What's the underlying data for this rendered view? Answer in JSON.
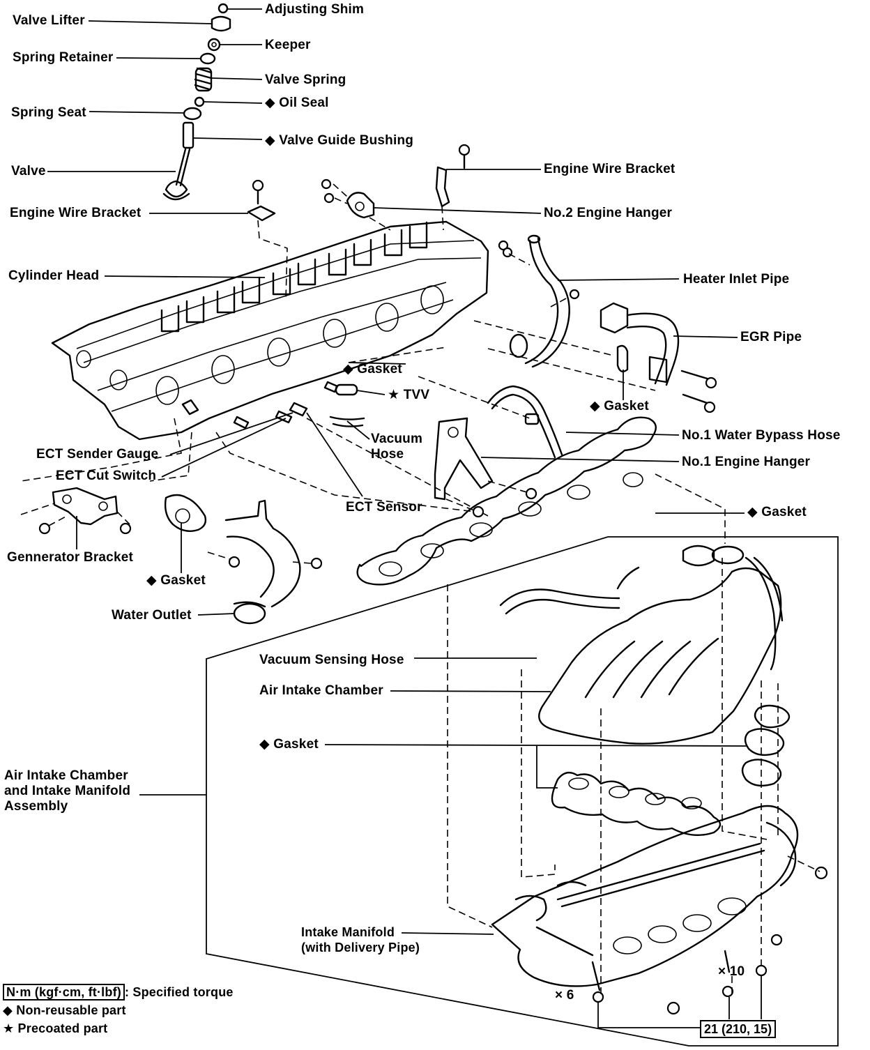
{
  "labels": {
    "adjusting_shim": "Adjusting Shim",
    "valve_lifter": "Valve Lifter",
    "keeper": "Keeper",
    "spring_retainer": "Spring Retainer",
    "valve_spring": "Valve Spring",
    "oil_seal": "◆ Oil Seal",
    "spring_seat": "Spring Seat",
    "valve_guide_bushing": "◆ Valve Guide Bushing",
    "valve": "Valve",
    "engine_wire_bracket_right": "Engine Wire Bracket",
    "engine_wire_bracket_left": "Engine Wire Bracket",
    "no2_engine_hanger": "No.2 Engine Hanger",
    "cylinder_head": "Cylinder Head",
    "heater_inlet_pipe": "Heater Inlet Pipe",
    "egr_pipe": "EGR Pipe",
    "gasket_head": "◆ Gasket",
    "tvv": "★ TVV",
    "gasket_egr": "◆ Gasket",
    "vacuum_hose": "Vacuum\nHose",
    "no1_water_bypass_hose": "No.1 Water Bypass Hose",
    "ect_sender_gauge": "ECT Sender Gauge",
    "no1_engine_hanger": "No.1 Engine Hanger",
    "ect_cut_switch": "ECT Cut Switch",
    "ect_sensor": "ECT Sensor",
    "gasket_manifold": "◆ Gasket",
    "generator_bracket": "Gennerator Bracket",
    "gasket_water_outlet": "◆ Gasket",
    "water_outlet": "Water Outlet",
    "vacuum_sensing_hose": "Vacuum Sensing Hose",
    "air_intake_chamber": "Air Intake Chamber",
    "gasket_chamber": "◆ Gasket",
    "assembly": "Air Intake Chamber\nand Intake Manifold\nAssembly",
    "intake_manifold": "Intake Manifold\n(with Delivery Pipe)",
    "x10": "× 10",
    "x6": "× 6",
    "torque_value": "21 (210, 15)"
  },
  "legend": {
    "torque_unit": "N·m (kgf·cm, ft·lbf)",
    "torque_text": ": Specified torque",
    "non_reusable": "◆ Non-reusable part",
    "precoated": "★ Precoated part"
  }
}
